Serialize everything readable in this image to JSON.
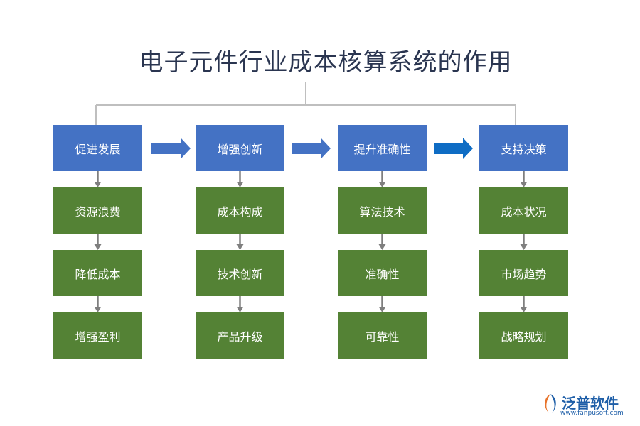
{
  "title": "电子元件行业成本核算系统的作用",
  "columns": [
    {
      "head": "促进发展",
      "items": [
        "资源浪费",
        "降低成本",
        "增强盈利"
      ]
    },
    {
      "head": "增强创新",
      "items": [
        "成本构成",
        "技术创新",
        "产品升级"
      ]
    },
    {
      "head": "提升准确性",
      "items": [
        "算法技术",
        "准确性",
        "可靠性"
      ]
    },
    {
      "head": "支持决策",
      "items": [
        "成本状况",
        "市场趋势",
        "战略规划"
      ]
    }
  ],
  "colors": {
    "head": "#4472c4",
    "item": "#548235",
    "connector": "#bfbfbf",
    "down_arrow": "#7f7f7f",
    "right_arrow": "#4472c4",
    "right_arrow_last": "#0e6cc4"
  },
  "logo": {
    "name": "泛普软件",
    "url": "www.fanpusoft.com",
    "icon": "fanpu-logo-icon"
  }
}
